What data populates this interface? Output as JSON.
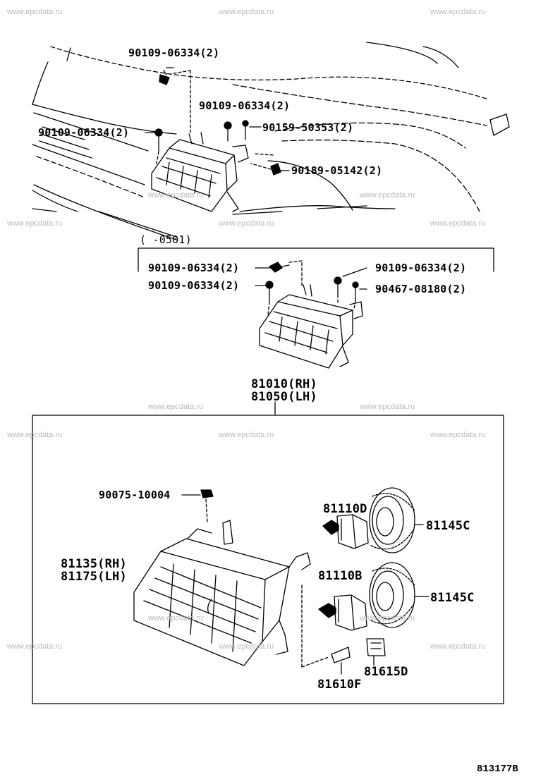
{
  "watermark": "www.epcdata.ru",
  "labels": {
    "l01": "90109-06334(2)",
    "l02": "90109-06334(2)",
    "l03": "90109-06334(2)",
    "l04": "90159-50353(2)",
    "l05": "90189-05142(2)",
    "l06": "(    -0501)",
    "l07": "90109-06334(2)",
    "l08": "90109-06334(2)",
    "l09": "90109-06334(2)",
    "l10": "90467-08180(2)",
    "l11": "81010(RH)",
    "l12": "81050(LH)",
    "l13": "90075-10004",
    "l14": "81110D",
    "l15": "81145C",
    "l16": "81135(RH)",
    "l17": "81175(LH)",
    "l18": "81110B",
    "l19": "81145C",
    "l20": "81615D",
    "l21": "81610F"
  },
  "illustration_code": "813177B"
}
